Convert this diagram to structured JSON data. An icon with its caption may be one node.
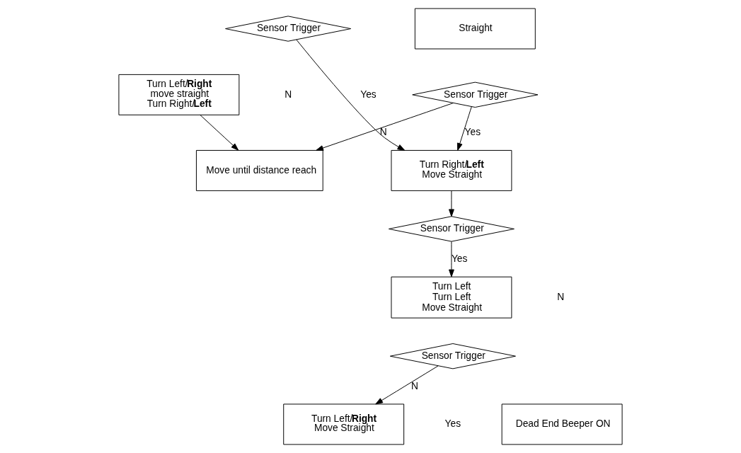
{
  "diagram": {
    "nodes": [
      {
        "text": [
          "Straight"
        ]
      },
      {
        "text": [
          "Sensor Trigger"
        ]
      },
      {
        "text": [
          "Turn Right/**Left**",
          "Move Straight"
        ]
      },
      {
        "text": [
          "Sensor Trigger"
        ]
      },
      {
        "text": [
          "Turn Left",
          "Turn Left",
          "Move Straight"
        ]
      },
      {
        "text": [
          "Sensor Trigger"
        ]
      },
      {
        "text": [
          "Turn Left/**Right**",
          "Move Straight"
        ]
      },
      {
        "text": [
          "Dead End Beeper ON"
        ]
      },
      {
        "text": [
          "Sensor Trigger"
        ]
      },
      {
        "text": [
          "Turn Left/**Right**",
          "move straight",
          "Turn Right/**Left**"
        ]
      },
      {
        "text": [
          "Move until distance reach"
        ]
      }
    ],
    "edges": [
      {
        "from": 1,
        "to": 2,
        "arrow": "to",
        "label": "Yes"
      },
      {
        "from": 1,
        "to": 10,
        "arrow": "to",
        "label": "N"
      },
      {
        "from": 2,
        "to": 3,
        "arrow": "to"
      },
      {
        "from": 3,
        "to": 4,
        "arrow": "to",
        "label": "Yes"
      },
      {
        "from": 5,
        "to": 6,
        "arrow": "to",
        "label": "N"
      },
      {
        "from": 8,
        "to": 2,
        "arrow": "to",
        "label": "Yes"
      },
      {
        "from": 9,
        "to": 10,
        "arrow": "to"
      }
    ],
    "labels": [
      "N",
      "Yes",
      "N"
    ]
  }
}
